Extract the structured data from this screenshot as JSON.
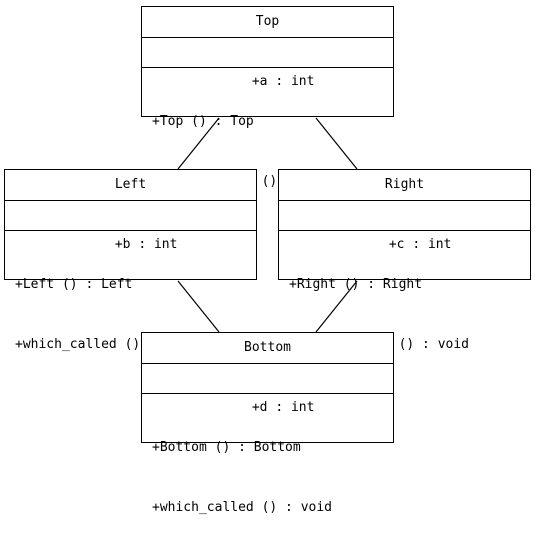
{
  "classes": {
    "top": {
      "name": "Top",
      "attributes": [
        "+a : int"
      ],
      "operations": [
        "+Top () : Top",
        "+which_called () : void"
      ]
    },
    "left": {
      "name": "Left",
      "attributes": [
        "+b : int"
      ],
      "operations": [
        "+Left () : Left",
        "+which_called () : void"
      ]
    },
    "right": {
      "name": "Right",
      "attributes": [
        "+c : int"
      ],
      "operations": [
        "+Right () : Right",
        "+which_called () : void"
      ]
    },
    "bottom": {
      "name": "Bottom",
      "attributes": [
        "+d : int"
      ],
      "operations": [
        "+Bottom () : Bottom",
        "+which_called () : void"
      ]
    }
  },
  "connections": [
    {
      "from": "Top",
      "to": "Left"
    },
    {
      "from": "Top",
      "to": "Right"
    },
    {
      "from": "Left",
      "to": "Bottom"
    },
    {
      "from": "Right",
      "to": "Bottom"
    }
  ],
  "colors": {
    "line": "#000000",
    "background": "#ffffff",
    "text": "#000000"
  }
}
